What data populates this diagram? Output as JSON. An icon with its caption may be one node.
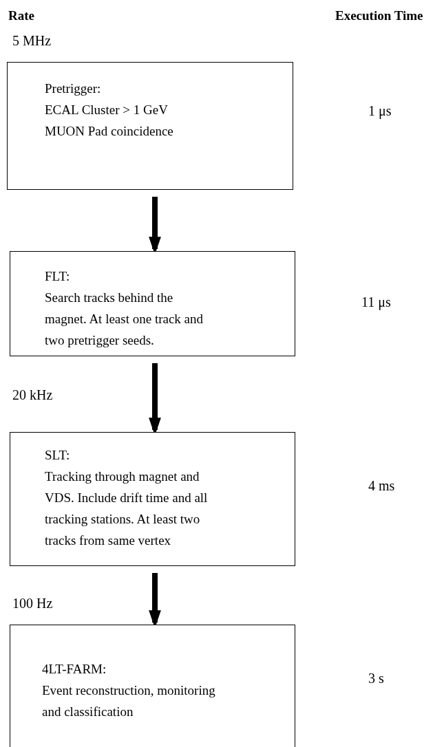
{
  "diagram": {
    "nodes": [
      {
        "text": [
          "Pretrigger:",
          "ECAL Cluster > 1 GeV",
          "MUON Pad coincidence"
        ]
      },
      {
        "text": [
          "FLT:",
          "Search tracks behind the magnet. At least one track and two pretrigger seeds."
        ]
      },
      {
        "text": [
          "SLT:",
          "Tracking through magnet and VDS. Include drift time and all tracking stations. At least two tracks from same vertex"
        ]
      },
      {
        "text": [
          "4LT-FARM:",
          "Event reconstruction, monitoring and classification"
        ]
      }
    ],
    "edges": [
      {
        "from": 0,
        "to": 1,
        "arrow": "to"
      },
      {
        "from": 1,
        "to": 2,
        "arrow": "to"
      },
      {
        "from": 2,
        "to": 3,
        "arrow": "to"
      }
    ],
    "labels": [
      "Rate",
      "Execution Time",
      "5 MHz",
      "1 μs",
      "11 μs",
      "20 kHz",
      "4 ms",
      "100 Hz",
      "3 s"
    ]
  }
}
